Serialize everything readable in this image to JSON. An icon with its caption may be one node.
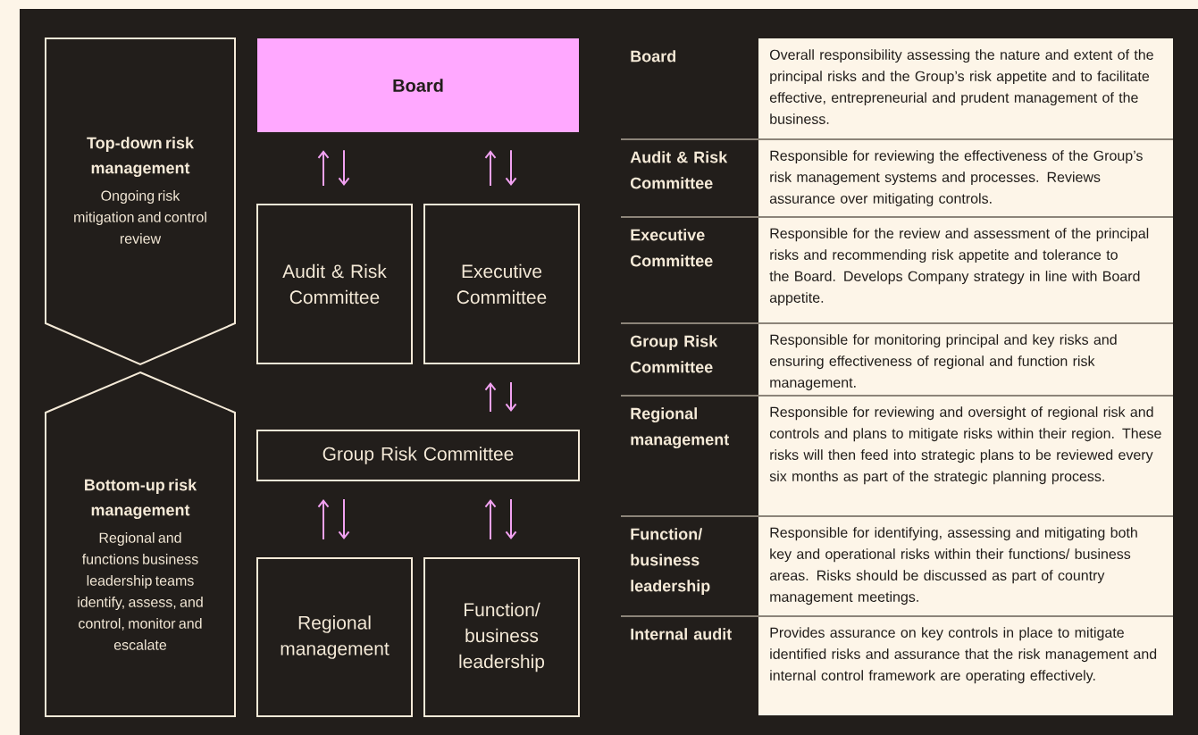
{
  "diagram": {
    "nodes": [
      {
        "text": [
          "Top-down risk management",
          "Ongoing risk mitigation and control review"
        ]
      },
      {
        "text": [
          "Bottom-up risk management",
          "Regional and functions business leadership teams identify, assess, and control, monitor and escalate"
        ]
      },
      {
        "text": [
          "Board"
        ]
      },
      {
        "text": [
          "Audit & Risk Committee"
        ]
      },
      {
        "text": [
          "Executive Committee"
        ]
      },
      {
        "text": [
          "Group Risk Committee"
        ]
      },
      {
        "text": [
          "Regional management"
        ]
      },
      {
        "text": [
          "Function/ business leadership"
        ]
      }
    ],
    "edges": [
      {
        "from": 3,
        "to": 2,
        "arrow": "to"
      },
      {
        "from": 2,
        "to": 3,
        "arrow": "to"
      },
      {
        "from": 4,
        "to": 2,
        "arrow": "to"
      },
      {
        "from": 2,
        "to": 4,
        "arrow": "to"
      },
      {
        "from": 5,
        "to": 4,
        "arrow": "to"
      },
      {
        "from": 4,
        "to": 5,
        "arrow": "to"
      },
      {
        "from": 6,
        "to": 5,
        "arrow": "to"
      },
      {
        "from": 5,
        "to": 6,
        "arrow": "to"
      },
      {
        "from": 7,
        "to": 5,
        "arrow": "to"
      },
      {
        "from": 5,
        "to": 7,
        "arrow": "to"
      }
    ],
    "labels": [
      "Board",
      "Overall responsibility assessing the nature and extent of the principal risks and the Group’s risk appetite and to facilitate effective, entrepreneurial and prudent management of the business.",
      "Audit & Risk Committee",
      "Responsible for reviewing the effectiveness of the Group’s risk management systems and processes. Reviews assurance over mitigating controls.",
      "Executive Committee",
      "Responsible for the review and assessment of the principal risks and recommending risk appetite and tolerance to the Board. Develops Company strategy in line with Board appetite.",
      "Group Risk Committee",
      "Responsible for monitoring principal and key risks and ensuring effectiveness of regional and function risk management.",
      "Regional management",
      "Responsible for reviewing and oversight of regional risk and controls and plans to mitigate risks within their region. These risks will then feed into strategic plans to be reviewed every six months as part of the strategic planning process.",
      "Function/ business leadership",
      "Responsible for identifying, assessing and mitigating both key and operational risks within their functions/ business areas. Risks should be discussed as part of country management meetings.",
      "Internal audit",
      "Provides assurance on key controls in place to mitigate identified risks and assurance that the risk management and internal control framework are operating effectively."
    ]
  }
}
